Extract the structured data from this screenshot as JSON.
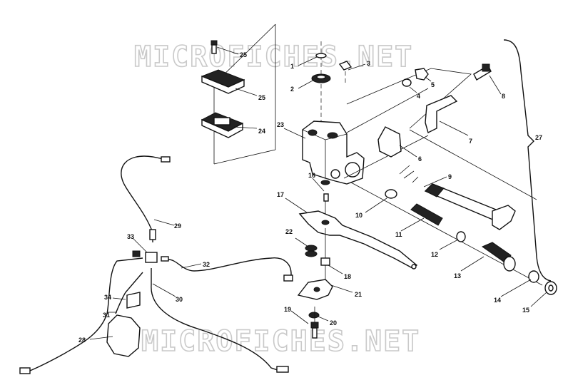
{
  "watermarks": [
    "MICROFICHES.NET",
    "MICROFICHES.NET"
  ],
  "bracket_label": "27",
  "labels": [
    {
      "n": "1",
      "leader": "1"
    },
    {
      "n": "2",
      "leader": "2"
    },
    {
      "n": "3",
      "leader": "3"
    },
    {
      "n": "4",
      "leader": "4"
    },
    {
      "n": "5",
      "leader": "5"
    },
    {
      "n": "6",
      "leader": "6"
    },
    {
      "n": "7",
      "leader": "7"
    },
    {
      "n": "8",
      "leader": "8"
    },
    {
      "n": "9",
      "leader": "9"
    },
    {
      "n": "10",
      "leader": "10"
    },
    {
      "n": "11",
      "leader": "11"
    },
    {
      "n": "12",
      "leader": "12"
    },
    {
      "n": "13",
      "leader": "13"
    },
    {
      "n": "14",
      "leader": "14"
    },
    {
      "n": "15",
      "leader": "15"
    },
    {
      "n": "16",
      "leader": "16"
    },
    {
      "n": "17",
      "leader": "17"
    },
    {
      "n": "18",
      "leader": "18"
    },
    {
      "n": "19",
      "leader": "19"
    },
    {
      "n": "20",
      "leader": "20"
    },
    {
      "n": "21",
      "leader": "21"
    },
    {
      "n": "22",
      "leader": "22"
    },
    {
      "n": "23",
      "leader": "23"
    },
    {
      "n": "24",
      "leader": "24"
    },
    {
      "n": "25",
      "leader": "25"
    },
    {
      "n": "25",
      "leader": "25b"
    },
    {
      "n": "28",
      "leader": "28"
    },
    {
      "n": "29",
      "leader": "29"
    },
    {
      "n": "30",
      "leader": "30"
    },
    {
      "n": "31",
      "leader": "31"
    },
    {
      "n": "32",
      "leader": "32"
    },
    {
      "n": "33",
      "leader": "33"
    },
    {
      "n": "34",
      "leader": "34"
    }
  ]
}
